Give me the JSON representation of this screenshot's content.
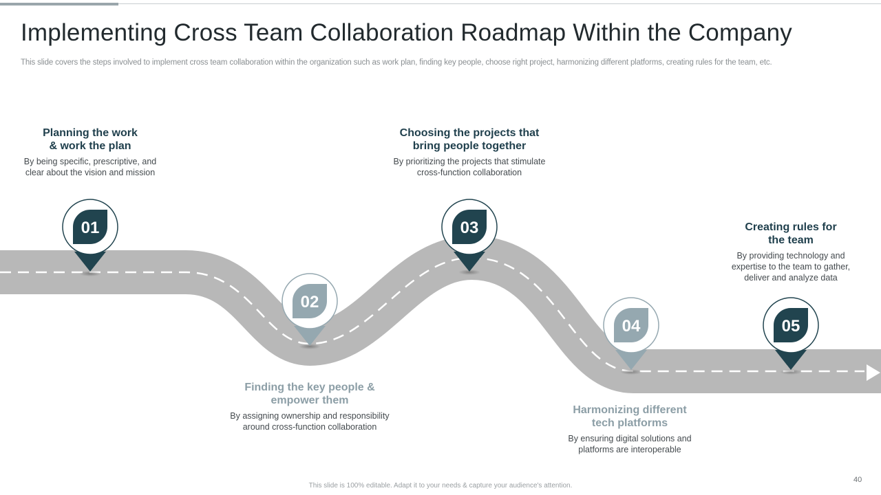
{
  "slide": {
    "title": "Implementing Cross Team Collaboration Roadmap Within the Company",
    "subtitle": "This slide covers the steps involved to implement cross team collaboration within the organization such as work plan, finding key people, choose right project, harmonizing different platforms, creating rules for the team, etc.",
    "footer": "This slide is 100% editable. Adapt it to your needs & capture your audience's attention.",
    "page_number": "40"
  },
  "colors": {
    "dark": "#21444f",
    "light": "#95a8b0",
    "road": "#b8b8b8",
    "road_dash": "#ffffff"
  },
  "steps": [
    {
      "number": "01",
      "title": "Planning the work\n& work the plan",
      "description": "By being specific, prescriptive, and\nclear about the vision and mission",
      "tone": "dark"
    },
    {
      "number": "02",
      "title": "Finding the key people &\nempower them",
      "description": "By assigning ownership and responsibility\naround cross-function collaboration",
      "tone": "light"
    },
    {
      "number": "03",
      "title": "Choosing the projects that\nbring people together",
      "description": "By prioritizing the projects that stimulate\ncross-function collaboration",
      "tone": "dark"
    },
    {
      "number": "04",
      "title": "Harmonizing different\ntech platforms",
      "description": "By ensuring digital solutions and\nplatforms are interoperable",
      "tone": "light"
    },
    {
      "number": "05",
      "title": "Creating rules for\nthe team",
      "description": "By providing technology and\nexpertise to the team to gather,\ndeliver and analyze data",
      "tone": "dark"
    }
  ]
}
